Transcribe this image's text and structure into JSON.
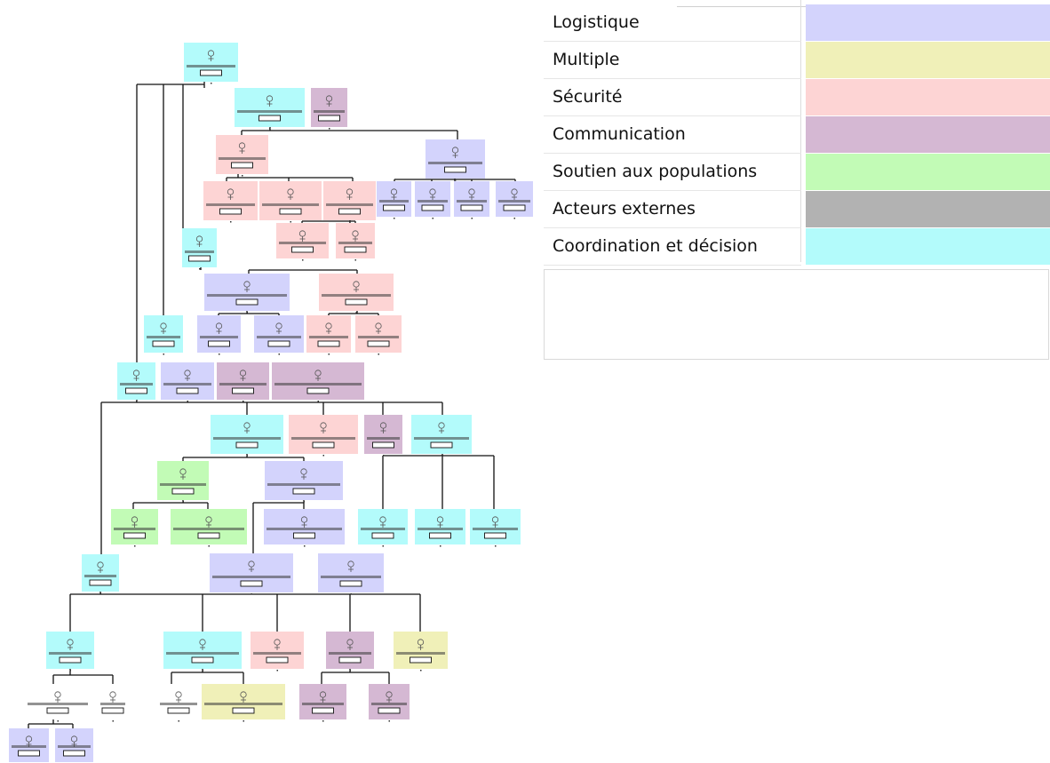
{
  "legend": {
    "items": [
      {
        "label": "Logistique",
        "color": "#d3d3fc"
      },
      {
        "label": "Multiple",
        "color": "#f0f0b8"
      },
      {
        "label": "Sécurité",
        "color": "#fdd4d4"
      },
      {
        "label": "Communication",
        "color": "#d5b8d3"
      },
      {
        "label": "Soutien aux populations",
        "color": "#c2fbb6"
      },
      {
        "label": "Acteurs externes",
        "color": "#b2b2b2"
      },
      {
        "label": "Coordination et décision",
        "color": "#b3fbfb"
      }
    ]
  },
  "diagram": {
    "categories": {
      "log": "#d3d3fc",
      "mul": "#f0f0b8",
      "sec": "#fdd4d4",
      "com": "#d5b8d3",
      "sou": "#c2fbb6",
      "coo": "#b3fbfb"
    },
    "nodes": [
      {
        "id": "root",
        "cat": "coo"
      },
      {
        "id": "n_org",
        "cat": "coo"
      },
      {
        "id": "n_com1",
        "cat": "com"
      },
      {
        "id": "n_secv",
        "cat": "sec"
      },
      {
        "id": "n_secp",
        "cat": "log"
      },
      {
        "id": "s1",
        "cat": "sec"
      },
      {
        "id": "s2",
        "cat": "sec"
      },
      {
        "id": "s3",
        "cat": "sec"
      },
      {
        "id": "p1",
        "cat": "log"
      },
      {
        "id": "p2",
        "cat": "log"
      },
      {
        "id": "p3",
        "cat": "log"
      },
      {
        "id": "p4",
        "cat": "log"
      },
      {
        "id": "s3a",
        "cat": "sec"
      },
      {
        "id": "s3b",
        "cat": "sec"
      },
      {
        "id": "n_gd",
        "cat": "coo"
      },
      {
        "id": "n_la",
        "cat": "log"
      },
      {
        "id": "n_ls",
        "cat": "sec"
      },
      {
        "id": "la1",
        "cat": "log"
      },
      {
        "id": "la2",
        "cat": "log"
      },
      {
        "id": "ls1",
        "cat": "sec"
      },
      {
        "id": "ls2",
        "cat": "sec"
      },
      {
        "id": "n_alerter",
        "cat": "coo"
      },
      {
        "id": "n_gerer",
        "cat": "coo"
      },
      {
        "id": "g1",
        "cat": "log"
      },
      {
        "id": "g2",
        "cat": "com"
      },
      {
        "id": "g3",
        "cat": "com"
      },
      {
        "id": "h1",
        "cat": "coo"
      },
      {
        "id": "h2",
        "cat": "sec"
      },
      {
        "id": "h3",
        "cat": "com"
      },
      {
        "id": "h4",
        "cat": "coo"
      },
      {
        "id": "h1a",
        "cat": "sou"
      },
      {
        "id": "h1b",
        "cat": "log"
      },
      {
        "id": "h1a1",
        "cat": "sou"
      },
      {
        "id": "h1a2",
        "cat": "sou"
      },
      {
        "id": "h1b1",
        "cat": "log"
      },
      {
        "id": "h4a",
        "cat": "coo"
      },
      {
        "id": "h4b",
        "cat": "coo"
      },
      {
        "id": "h4c",
        "cat": "coo"
      },
      {
        "id": "mid1",
        "cat": "log"
      },
      {
        "id": "mid2",
        "cat": "log"
      },
      {
        "id": "n_mob",
        "cat": "coo"
      },
      {
        "id": "m1",
        "cat": "coo"
      },
      {
        "id": "m2",
        "cat": "coo"
      },
      {
        "id": "m3",
        "cat": "sec"
      },
      {
        "id": "m4",
        "cat": "com"
      },
      {
        "id": "m5",
        "cat": "mul"
      },
      {
        "id": "m1a",
        "cat": "none"
      },
      {
        "id": "m1b",
        "cat": "none"
      },
      {
        "id": "m2a",
        "cat": "none"
      },
      {
        "id": "m2b",
        "cat": "mul"
      },
      {
        "id": "m4a",
        "cat": "com"
      },
      {
        "id": "m4b",
        "cat": "com"
      },
      {
        "id": "m1a1",
        "cat": "log"
      },
      {
        "id": "m1a2",
        "cat": "log"
      }
    ]
  }
}
